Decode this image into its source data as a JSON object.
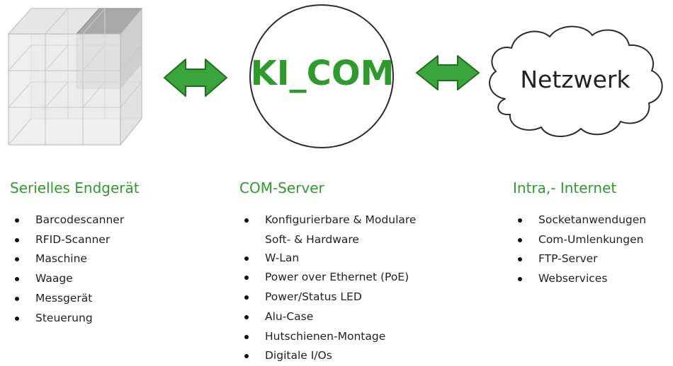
{
  "center_node": {
    "label": "KI_COM"
  },
  "right_node": {
    "label": "Netzwerk"
  },
  "colors": {
    "accent_green": "#2d9c2d",
    "arrow_fill": "#3aa53a",
    "arrow_stroke": "#1f6e1f"
  },
  "icons": {
    "left": "cube-grid-icon",
    "arrows": "double-arrow-icon",
    "center": "circle-node-icon",
    "right": "cloud-icon"
  },
  "columns": [
    {
      "heading": "Serielles Endgerät",
      "items": [
        "Barcodescanner",
        "RFID-Scanner",
        "Maschine",
        "Waage",
        "Messgerät",
        "Steuerung"
      ]
    },
    {
      "heading": "COM-Server",
      "items": [
        "Konfigurierbare & Modulare",
        "Soft- & Hardware",
        "W-Lan",
        "Power over Ethernet (PoE)",
        "Power/Status LED",
        "Alu-Case",
        "Hutschienen-Montage",
        "Digitale I/Os"
      ]
    },
    {
      "heading": "Intra,- Internet",
      "items": [
        "Socketanwendugen",
        "Com-Umlenkungen",
        "FTP-Server",
        "Webservices"
      ]
    }
  ]
}
